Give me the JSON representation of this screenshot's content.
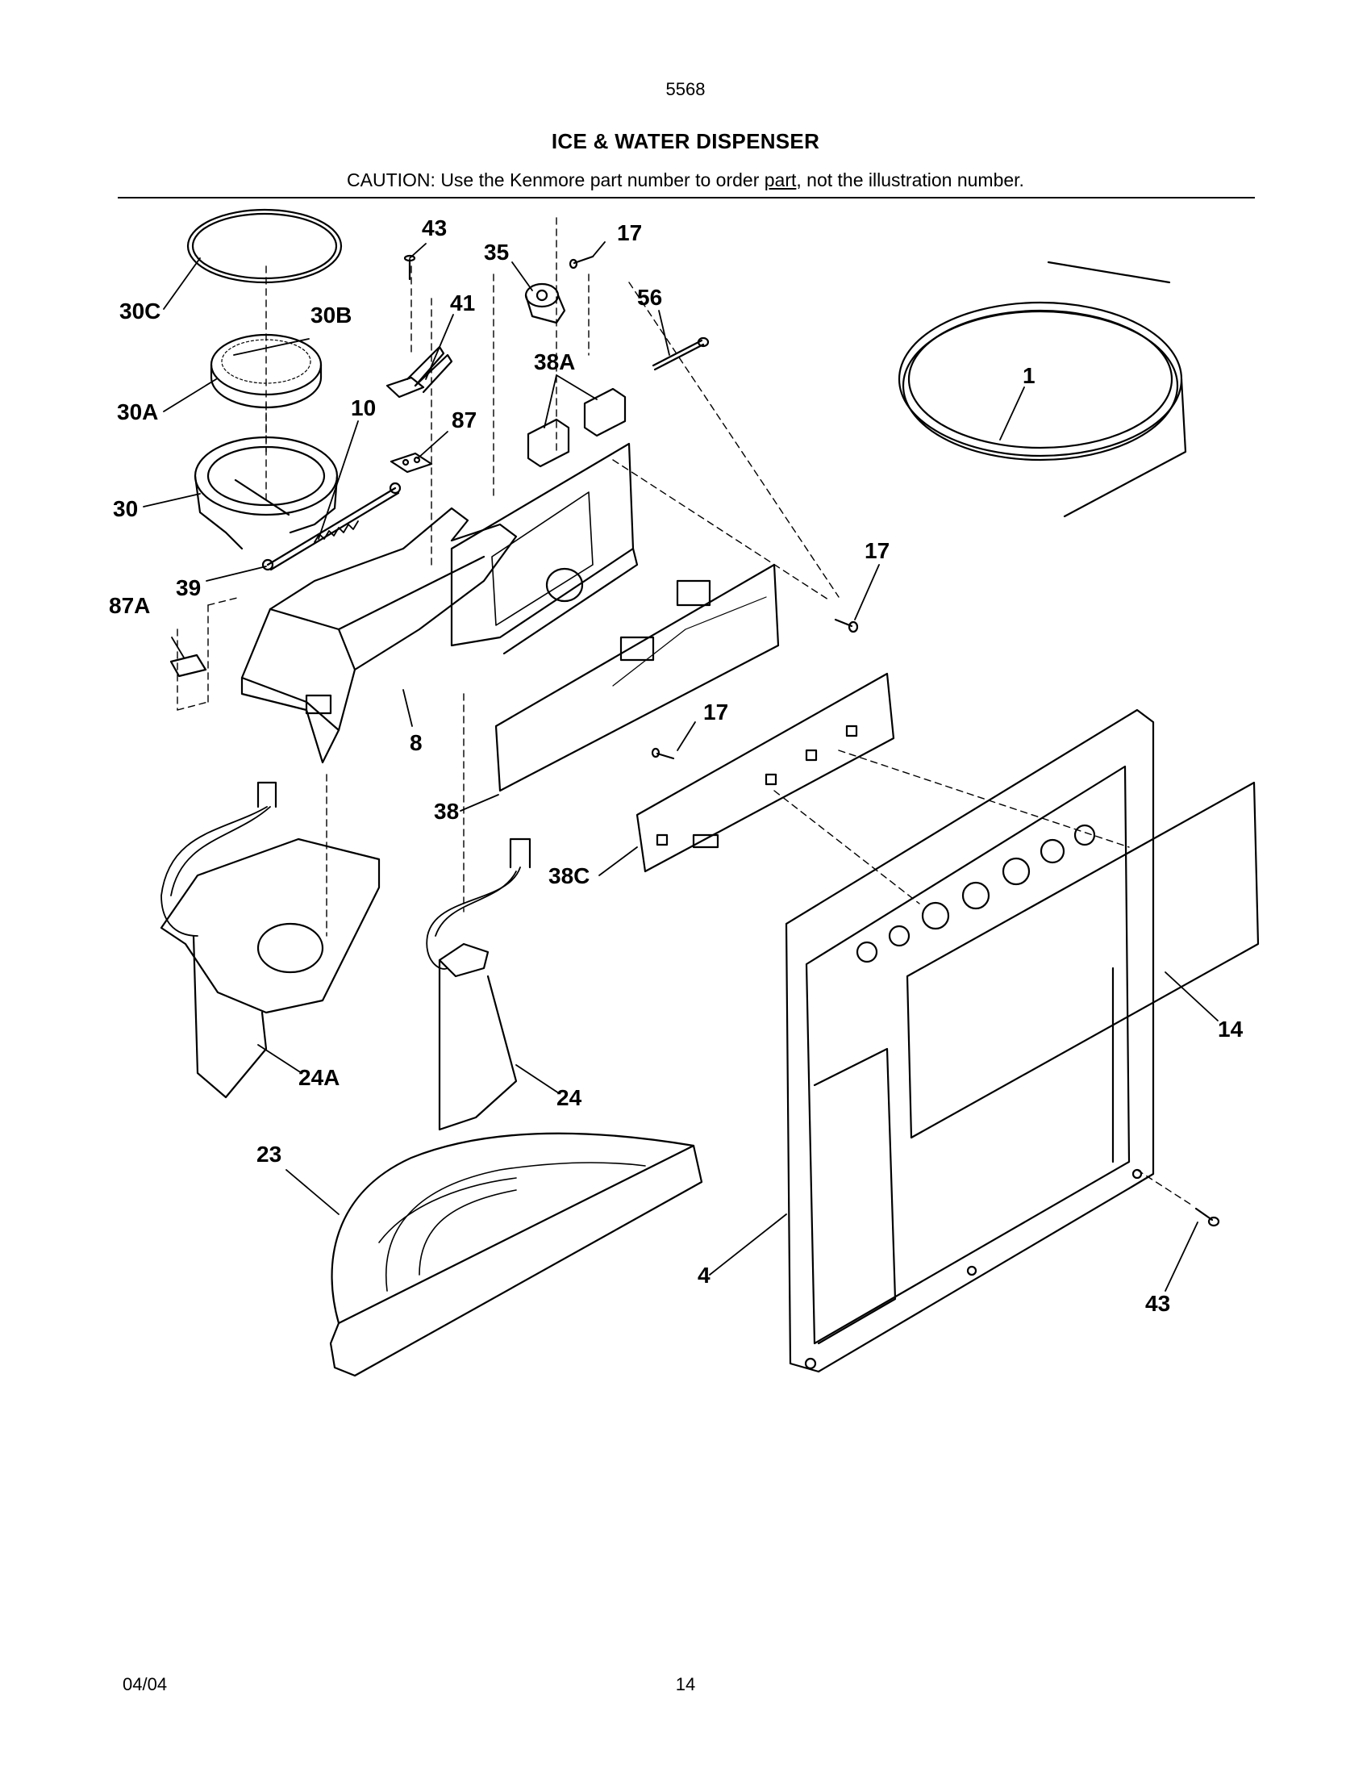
{
  "header": {
    "page_code": "5568",
    "title": "ICE & WATER DISPENSER",
    "caution_prefix": "CAUTION: Use the Kenmore part number to order ",
    "caution_link": "part",
    "caution_suffix": ", not the illustration number."
  },
  "callouts": {
    "c1": "1",
    "c4": "4",
    "c8": "8",
    "c10": "10",
    "c14": "14",
    "c17a": "17",
    "c17b": "17",
    "c17c": "17",
    "c23": "23",
    "c24": "24",
    "c24a": "24A",
    "c30": "30",
    "c30a": "30A",
    "c30b": "30B",
    "c30c": "30C",
    "c35": "35",
    "c38": "38",
    "c38a": "38A",
    "c38c": "38C",
    "c39": "39",
    "c41": "41",
    "c43a": "43",
    "c43b": "43",
    "c56": "56",
    "c87": "87",
    "c87a": "87A"
  },
  "footer": {
    "date": "04/04",
    "page_number": "14"
  }
}
